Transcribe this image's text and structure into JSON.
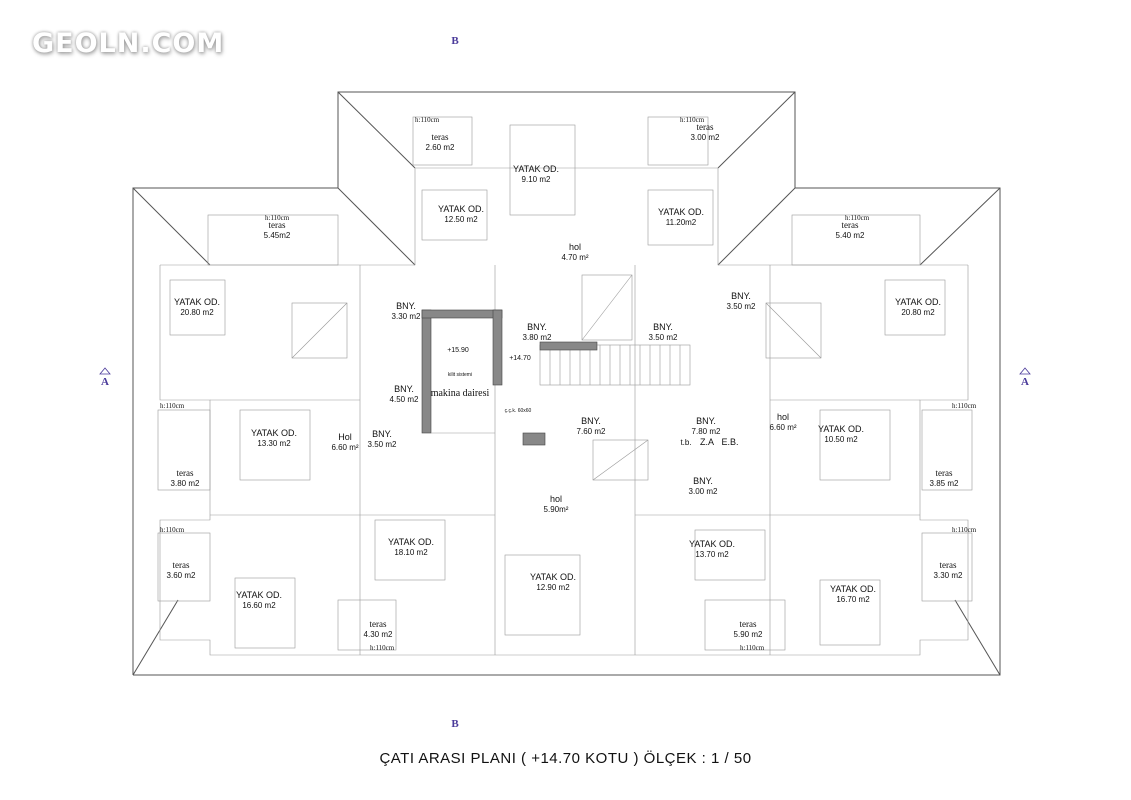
{
  "watermark": "GEOLN.COM",
  "title": "ÇATI ARASI  PLANI ( +14.70 KOTU )  ÖLÇEK : 1 / 50",
  "section_markers": {
    "top": "B",
    "bottom": "B",
    "left": "A",
    "right": "A"
  },
  "elevations": {
    "machine_room": "+15.90",
    "stair": "+14.70"
  },
  "machine_room": {
    "label": "makina dairesi",
    "sub": "kilit sistemi"
  },
  "shaft": "ç.ç.k. 60x60",
  "service": {
    "tb": "t.b.",
    "za": "Z.A",
    "eb": "E.B."
  },
  "rooms": [
    {
      "name": "teras",
      "area": "2.60 m2",
      "rail": "h:110cm"
    },
    {
      "name": "YATAK OD.",
      "area": "9.10 m2"
    },
    {
      "name": "teras",
      "area": "3.00 m2",
      "rail": "h:110cm"
    },
    {
      "name": "YATAK OD.",
      "area": "12.50 m2"
    },
    {
      "name": "YATAK OD.",
      "area": "11.20m2"
    },
    {
      "name": "hol",
      "area": "4.70 m²"
    },
    {
      "name": "teras",
      "area": "5.45m2",
      "rail": "h:110cm"
    },
    {
      "name": "teras",
      "area": "5.40 m2",
      "rail": "h:110cm"
    },
    {
      "name": "YATAK OD.",
      "area": "20.80 m2"
    },
    {
      "name": "YATAK OD.",
      "area": "20.80 m2"
    },
    {
      "name": "BNY.",
      "area": "3.30 m2"
    },
    {
      "name": "BNY.",
      "area": "3.80 m2"
    },
    {
      "name": "BNY.",
      "area": "3.50 m2"
    },
    {
      "name": "BNY.",
      "area": "3.50 m2"
    },
    {
      "name": "BNY.",
      "area": "4.50 m2"
    },
    {
      "name": "BNY.",
      "area": "7.60 m2"
    },
    {
      "name": "BNY.",
      "area": "7.80 m2"
    },
    {
      "name": "hol",
      "area": "6.60 m²"
    },
    {
      "name": "Hol",
      "area": "6.60 m²"
    },
    {
      "name": "YATAK OD.",
      "area": "13.30 m2"
    },
    {
      "name": "BNY.",
      "area": "3.50 m2"
    },
    {
      "name": "YATAK OD.",
      "area": "10.50 m2"
    },
    {
      "name": "teras",
      "area": "3.80 m2",
      "rail": "h:110cm"
    },
    {
      "name": "teras",
      "area": "3.85 m2",
      "rail": "h:110cm"
    },
    {
      "name": "BNY.",
      "area": "3.00 m2"
    },
    {
      "name": "hol",
      "area": "5.90m²"
    },
    {
      "name": "YATAK OD.",
      "area": "18.10 m2"
    },
    {
      "name": "YATAK OD.",
      "area": "13.70 m2"
    },
    {
      "name": "YATAK OD.",
      "area": "12.90 m2"
    },
    {
      "name": "teras",
      "area": "3.60 m2",
      "rail": "h:110cm"
    },
    {
      "name": "teras",
      "area": "3.30 m2",
      "rail": "h:110cm"
    },
    {
      "name": "YATAK OD.",
      "area": "16.60 m2"
    },
    {
      "name": "YATAK OD.",
      "area": "16.70 m2"
    },
    {
      "name": "teras",
      "area": "4.30 m2",
      "rail": "h:110cm"
    },
    {
      "name": "teras",
      "area": "5.90 m2",
      "rail": "h:110cm"
    }
  ]
}
